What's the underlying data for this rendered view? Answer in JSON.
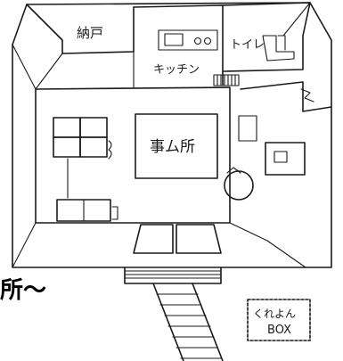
{
  "rooms": {
    "storage": "納戸",
    "kitchen": "キッチン",
    "toilet": "トイレ",
    "office": "事ム所"
  },
  "box_label": {
    "line1": "くれよん",
    "line2": "BOX"
  },
  "edge_text": "所〜"
}
